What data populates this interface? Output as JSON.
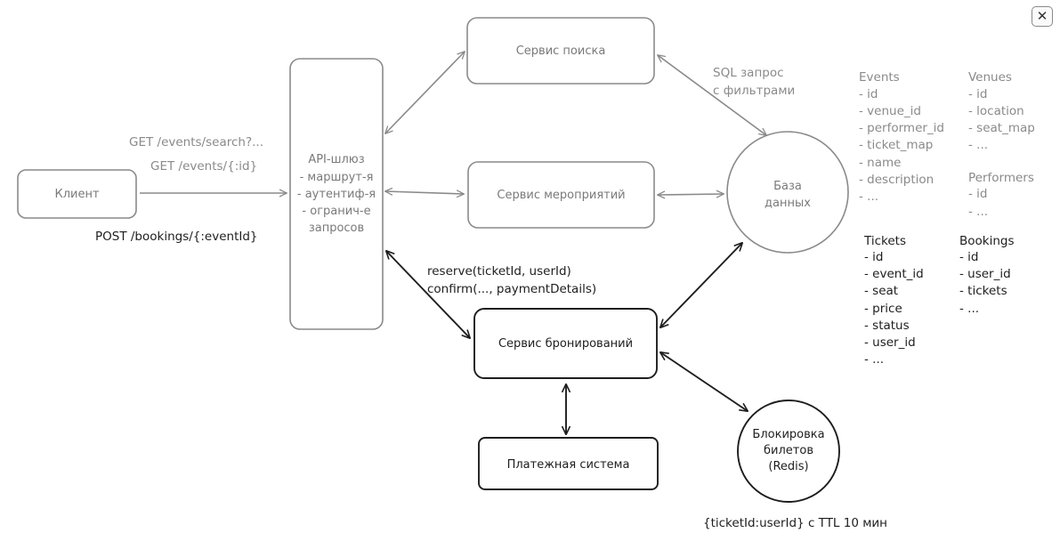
{
  "close": {
    "icon": "✕"
  },
  "nodes": {
    "client": "Клиент",
    "gateway": {
      "title": "API-шлюз",
      "lines": [
        "- маршрут-я",
        "- аутентиф-я",
        "- огранич-е",
        "запросов"
      ]
    },
    "search": "Сервис поиска",
    "events": "Сервис мероприятий",
    "booking": "Сервис бронирований",
    "payment": "Платежная система",
    "db": [
      "База",
      "данных"
    ],
    "redis": [
      "Блокировка",
      "билетов",
      "(Redis)"
    ]
  },
  "labels": {
    "get_search": "GET /events/search?...",
    "get_event": "GET /events/{:id}",
    "post_booking": "POST /bookings/{:eventId}",
    "sql": [
      "SQL запрос",
      "с фильтрами"
    ],
    "reserve": "reserve(ticketId, userId)",
    "confirm": "confirm(..., paymentDetails)",
    "redis_note": "{ticketId:userId} с TTL 10 мин"
  },
  "schema": {
    "events": {
      "title": "Events",
      "fields": [
        "- id",
        "- venue_id",
        "- performer_id",
        "- ticket_map",
        "- name",
        "- description",
        "- ..."
      ]
    },
    "venues": {
      "title": "Venues",
      "fields": [
        "- id",
        "- location",
        "- seat_map",
        "- ..."
      ]
    },
    "performers": {
      "title": "Performers",
      "fields": [
        "- id",
        "- ..."
      ]
    },
    "tickets": {
      "title": "Tickets",
      "fields": [
        "- id",
        "- event_id",
        "- seat",
        "- price",
        "- status",
        "- user_id",
        "- ..."
      ]
    },
    "bookings": {
      "title": "Bookings",
      "fields": [
        "- id",
        "- user_id",
        "- tickets",
        "- ..."
      ]
    }
  }
}
